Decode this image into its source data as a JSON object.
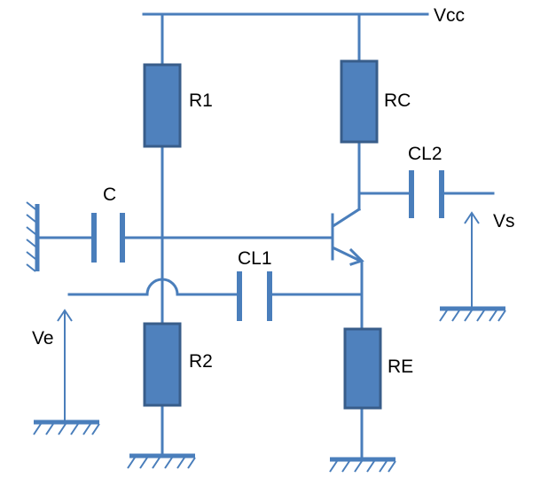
{
  "labels": {
    "vcc": "Vcc",
    "r1": "R1",
    "rc": "RC",
    "cl2": "CL2",
    "c": "C",
    "vs": "Vs",
    "cl1": "CL1",
    "ve": "Ve",
    "r2": "R2",
    "re": "RE"
  },
  "colors": {
    "wire": "#4a7ebb",
    "resistor_fill": "#4f81bd",
    "resistor_border": "#385d8a",
    "text": "#000000"
  }
}
